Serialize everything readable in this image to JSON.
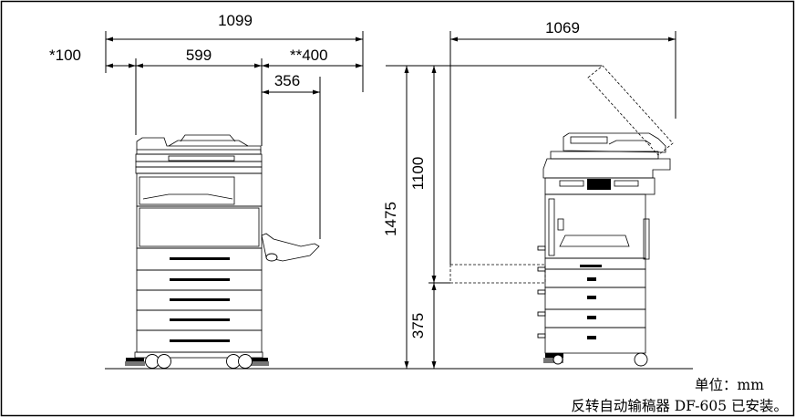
{
  "dimensions": {
    "total_width": "1099",
    "left_clearance": "*100",
    "body_width": "599",
    "right_clearance": "**400",
    "tray_extension": "356",
    "side_depth": "1069",
    "total_height": "1475",
    "upper_height": "1100",
    "desk_height": "375"
  },
  "notes": {
    "unit": "单位：mm",
    "installed": "反转自动输稿器 DF-605 已安装。"
  }
}
